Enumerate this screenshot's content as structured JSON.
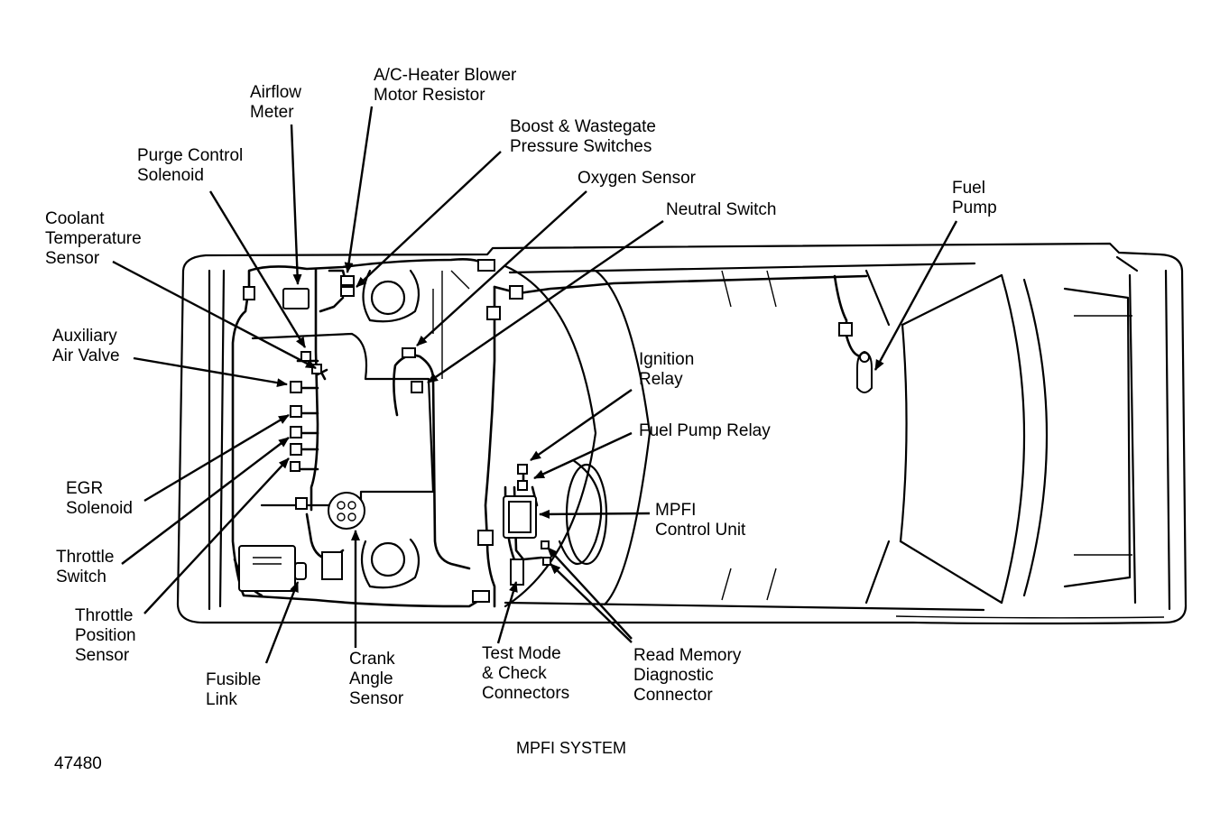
{
  "labels": {
    "airflow_meter": [
      "Airflow",
      "Meter"
    ],
    "ac_heater_blower": [
      "A/C-Heater Blower",
      "Motor Resistor"
    ],
    "boost_wastegate": [
      "Boost & Wastegate",
      "Pressure Switches"
    ],
    "purge_control": [
      "Purge Control",
      "Solenoid"
    ],
    "oxygen_sensor": [
      "Oxygen Sensor"
    ],
    "neutral_switch": [
      "Neutral Switch"
    ],
    "fuel_pump": [
      "Fuel",
      "Pump"
    ],
    "coolant_temp": [
      "Coolant",
      "Temperature",
      "Sensor"
    ],
    "auxiliary_air": [
      "Auxiliary",
      "Air Valve"
    ],
    "ignition_relay": [
      "Ignition",
      "Relay"
    ],
    "fuel_pump_relay": [
      "Fuel Pump Relay"
    ],
    "mpfi_control": [
      "MPFI",
      "Control Unit"
    ],
    "egr_solenoid": [
      "EGR",
      "Solenoid"
    ],
    "throttle_switch": [
      "Throttle",
      "Switch"
    ],
    "throttle_position": [
      "Throttle",
      "Position",
      "Sensor"
    ],
    "fusible_link": [
      "Fusible",
      "Link"
    ],
    "crank_angle": [
      "Crank",
      "Angle",
      "Sensor"
    ],
    "test_mode": [
      "Test Mode",
      "& Check",
      "Connectors"
    ],
    "read_memory": [
      "Read Memory",
      "Diagnostic",
      "Connector"
    ]
  },
  "caption": "MPFI SYSTEM",
  "figure_number": "47480"
}
